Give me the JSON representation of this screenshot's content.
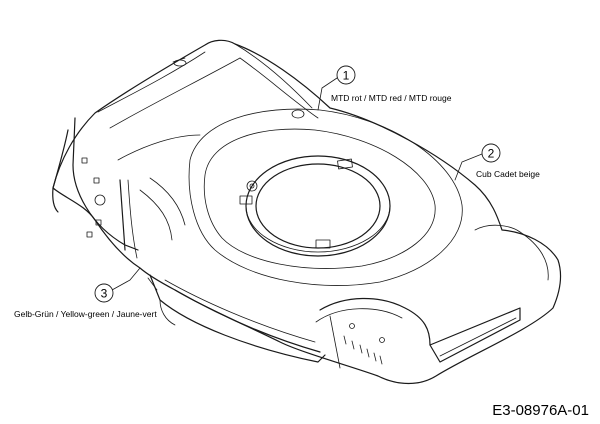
{
  "callouts": [
    {
      "number": "1",
      "label": "MTD rot / MTD red / MTD rouge"
    },
    {
      "number": "2",
      "label": "Cub Cadet beige"
    },
    {
      "number": "3",
      "label": "Gelb-Grün / Yellow-green / Jaune-vert"
    }
  ],
  "drawing_id": "E3-08976A-01"
}
